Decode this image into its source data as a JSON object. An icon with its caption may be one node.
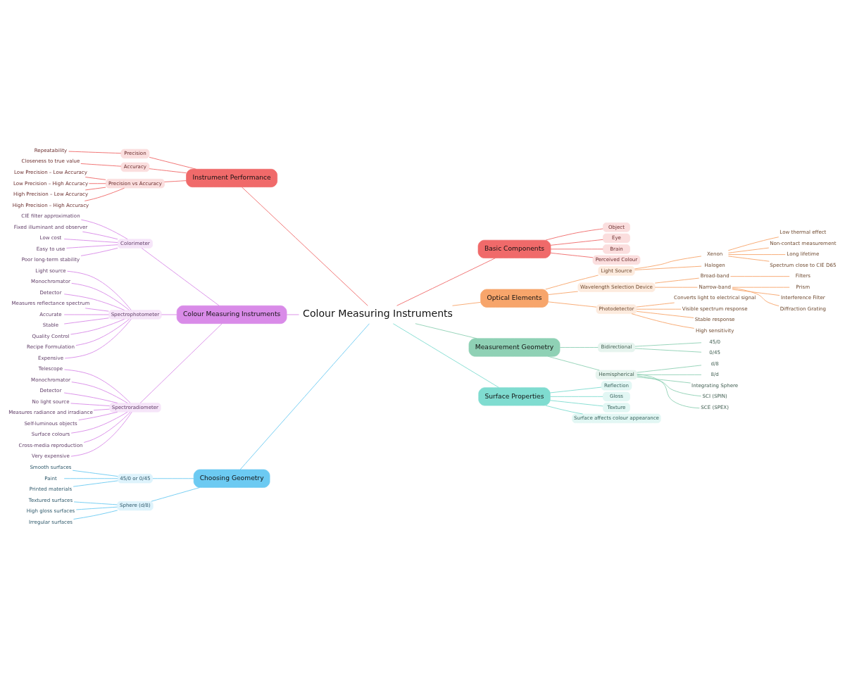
{
  "diagram": {
    "nodes": [
      {
        "text": [
          "Colour Measuring Instruments"
        ]
      },
      {
        "text": [
          "Instrument Performance"
        ]
      },
      {
        "text": [
          "Precision"
        ]
      },
      {
        "text": [
          "Repeatability"
        ]
      },
      {
        "text": [
          "Accuracy"
        ]
      },
      {
        "text": [
          "Closeness to true value"
        ]
      },
      {
        "text": [
          "Precision vs Accuracy"
        ]
      },
      {
        "text": [
          "Low Precision – Low Accuracy"
        ]
      },
      {
        "text": [
          "Low Precision – High Accuracy"
        ]
      },
      {
        "text": [
          "High Precision – Low Accuracy"
        ]
      },
      {
        "text": [
          "High Precision – High Accuracy"
        ]
      },
      {
        "text": [
          "Colour Measuring Instruments"
        ]
      },
      {
        "text": [
          "Colorimeter"
        ]
      },
      {
        "text": [
          "CIE filter approximation"
        ]
      },
      {
        "text": [
          "Fixed illuminant and observer"
        ]
      },
      {
        "text": [
          "Low cost"
        ]
      },
      {
        "text": [
          "Easy to use"
        ]
      },
      {
        "text": [
          "Poor long-term stability"
        ]
      },
      {
        "text": [
          "Spectrophotometer"
        ]
      },
      {
        "text": [
          "Light source"
        ]
      },
      {
        "text": [
          "Monochromator"
        ]
      },
      {
        "text": [
          "Detector"
        ]
      },
      {
        "text": [
          "Measures reflectance spectrum"
        ]
      },
      {
        "text": [
          "Accurate"
        ]
      },
      {
        "text": [
          "Stable"
        ]
      },
      {
        "text": [
          "Quality Control"
        ]
      },
      {
        "text": [
          "Recipe Formulation"
        ]
      },
      {
        "text": [
          "Expensive"
        ]
      },
      {
        "text": [
          "Spectroradiometer"
        ]
      },
      {
        "text": [
          "Telescope"
        ]
      },
      {
        "text": [
          "Monochromator"
        ]
      },
      {
        "text": [
          "Detector"
        ]
      },
      {
        "text": [
          "No light source"
        ]
      },
      {
        "text": [
          "Measures radiance and irradiance"
        ]
      },
      {
        "text": [
          "Self-luminous objects"
        ]
      },
      {
        "text": [
          "Surface colours"
        ]
      },
      {
        "text": [
          "Cross-media reproduction"
        ]
      },
      {
        "text": [
          "Very expensive"
        ]
      },
      {
        "text": [
          "Choosing Geometry"
        ]
      },
      {
        "text": [
          "45/0 or 0/45"
        ]
      },
      {
        "text": [
          "Smooth surfaces"
        ]
      },
      {
        "text": [
          "Paint"
        ]
      },
      {
        "text": [
          "Printed materials"
        ]
      },
      {
        "text": [
          "Sphere (d/8)"
        ]
      },
      {
        "text": [
          "Textured surfaces"
        ]
      },
      {
        "text": [
          "High gloss surfaces"
        ]
      },
      {
        "text": [
          "Irregular surfaces"
        ]
      },
      {
        "text": [
          "Basic Components"
        ]
      },
      {
        "text": [
          "Object"
        ]
      },
      {
        "text": [
          "Eye"
        ]
      },
      {
        "text": [
          "Brain"
        ]
      },
      {
        "text": [
          "Perceived Colour"
        ]
      },
      {
        "text": [
          "Optical Elements"
        ]
      },
      {
        "text": [
          "Light Source"
        ]
      },
      {
        "text": [
          "Xenon"
        ]
      },
      {
        "text": [
          "Low thermal effect"
        ]
      },
      {
        "text": [
          "Non-contact measurement"
        ]
      },
      {
        "text": [
          "Long lifetime"
        ]
      },
      {
        "text": [
          "Spectrum close to CIE D65"
        ]
      },
      {
        "text": [
          "Halogen"
        ]
      },
      {
        "text": [
          "Wavelength Selection Device"
        ]
      },
      {
        "text": [
          "Broad-band"
        ]
      },
      {
        "text": [
          "Filters"
        ]
      },
      {
        "text": [
          "Narrow-band"
        ]
      },
      {
        "text": [
          "Prism"
        ]
      },
      {
        "text": [
          "Interference Filter"
        ]
      },
      {
        "text": [
          "Diffraction Grating"
        ]
      },
      {
        "text": [
          "Photodetector"
        ]
      },
      {
        "text": [
          "Converts light to electrical signal"
        ]
      },
      {
        "text": [
          "Visible spectrum response"
        ]
      },
      {
        "text": [
          "Stable response"
        ]
      },
      {
        "text": [
          "High sensitivity"
        ]
      },
      {
        "text": [
          "Measurement Geometry"
        ]
      },
      {
        "text": [
          "Bidirectional"
        ]
      },
      {
        "text": [
          "45/0"
        ]
      },
      {
        "text": [
          "0/45"
        ]
      },
      {
        "text": [
          "Hemispherical"
        ]
      },
      {
        "text": [
          "d/8"
        ]
      },
      {
        "text": [
          "8/d"
        ]
      },
      {
        "text": [
          "Integrating Sphere"
        ]
      },
      {
        "text": [
          "SCI (SPIN)"
        ]
      },
      {
        "text": [
          "SCE (SPEX)"
        ]
      },
      {
        "text": [
          "Surface Properties"
        ]
      },
      {
        "text": [
          "Reflection"
        ]
      },
      {
        "text": [
          "Gloss"
        ]
      },
      {
        "text": [
          "Texture"
        ]
      },
      {
        "text": [
          "Surface affects colour appearance"
        ]
      }
    ],
    "edges": [
      {
        "from": 0,
        "to": 1,
        "arrow": "none",
        "color": "#f06a6a"
      },
      {
        "from": 1,
        "to": 2,
        "arrow": "none",
        "color": "#f06a6a"
      },
      {
        "from": 2,
        "to": 3,
        "arrow": "none",
        "color": "#f06a6a"
      },
      {
        "from": 1,
        "to": 4,
        "arrow": "none",
        "color": "#f06a6a"
      },
      {
        "from": 4,
        "to": 5,
        "arrow": "none",
        "color": "#f06a6a"
      },
      {
        "from": 1,
        "to": 6,
        "arrow": "none",
        "color": "#f06a6a"
      },
      {
        "from": 6,
        "to": 7,
        "arrow": "none",
        "color": "#f06a6a"
      },
      {
        "from": 6,
        "to": 8,
        "arrow": "none",
        "color": "#f06a6a"
      },
      {
        "from": 6,
        "to": 9,
        "arrow": "none",
        "color": "#f06a6a"
      },
      {
        "from": 6,
        "to": 10,
        "arrow": "none",
        "color": "#f06a6a"
      },
      {
        "from": 0,
        "to": 11,
        "arrow": "none",
        "color": "#d98be8"
      },
      {
        "from": 11,
        "to": 12,
        "arrow": "none",
        "color": "#d98be8"
      },
      {
        "from": 12,
        "to": 13,
        "arrow": "none",
        "color": "#d98be8"
      },
      {
        "from": 12,
        "to": 14,
        "arrow": "none",
        "color": "#d98be8"
      },
      {
        "from": 12,
        "to": 15,
        "arrow": "none",
        "color": "#d98be8"
      },
      {
        "from": 12,
        "to": 16,
        "arrow": "none",
        "color": "#d98be8"
      },
      {
        "from": 12,
        "to": 17,
        "arrow": "none",
        "color": "#d98be8"
      },
      {
        "from": 11,
        "to": 18,
        "arrow": "none",
        "color": "#d98be8"
      },
      {
        "from": 18,
        "to": 19,
        "arrow": "none",
        "color": "#d98be8"
      },
      {
        "from": 18,
        "to": 20,
        "arrow": "none",
        "color": "#d98be8"
      },
      {
        "from": 18,
        "to": 21,
        "arrow": "none",
        "color": "#d98be8"
      },
      {
        "from": 18,
        "to": 22,
        "arrow": "none",
        "color": "#d98be8"
      },
      {
        "from": 18,
        "to": 23,
        "arrow": "none",
        "color": "#d98be8"
      },
      {
        "from": 18,
        "to": 24,
        "arrow": "none",
        "color": "#d98be8"
      },
      {
        "from": 18,
        "to": 25,
        "arrow": "none",
        "color": "#d98be8"
      },
      {
        "from": 18,
        "to": 26,
        "arrow": "none",
        "color": "#d98be8"
      },
      {
        "from": 18,
        "to": 27,
        "arrow": "none",
        "color": "#d98be8"
      },
      {
        "from": 11,
        "to": 28,
        "arrow": "none",
        "color": "#d98be8"
      },
      {
        "from": 28,
        "to": 29,
        "arrow": "none",
        "color": "#d98be8"
      },
      {
        "from": 28,
        "to": 30,
        "arrow": "none",
        "color": "#d98be8"
      },
      {
        "from": 28,
        "to": 31,
        "arrow": "none",
        "color": "#d98be8"
      },
      {
        "from": 28,
        "to": 32,
        "arrow": "none",
        "color": "#d98be8"
      },
      {
        "from": 28,
        "to": 33,
        "arrow": "none",
        "color": "#d98be8"
      },
      {
        "from": 28,
        "to": 34,
        "arrow": "none",
        "color": "#d98be8"
      },
      {
        "from": 28,
        "to": 35,
        "arrow": "none",
        "color": "#d98be8"
      },
      {
        "from": 28,
        "to": 36,
        "arrow": "none",
        "color": "#d98be8"
      },
      {
        "from": 28,
        "to": 37,
        "arrow": "none",
        "color": "#d98be8"
      },
      {
        "from": 0,
        "to": 38,
        "arrow": "none",
        "color": "#6ccaf2"
      },
      {
        "from": 38,
        "to": 39,
        "arrow": "none",
        "color": "#6ccaf2"
      },
      {
        "from": 39,
        "to": 40,
        "arrow": "none",
        "color": "#6ccaf2"
      },
      {
        "from": 39,
        "to": 41,
        "arrow": "none",
        "color": "#6ccaf2"
      },
      {
        "from": 39,
        "to": 42,
        "arrow": "none",
        "color": "#6ccaf2"
      },
      {
        "from": 38,
        "to": 43,
        "arrow": "none",
        "color": "#6ccaf2"
      },
      {
        "from": 43,
        "to": 44,
        "arrow": "none",
        "color": "#6ccaf2"
      },
      {
        "from": 43,
        "to": 45,
        "arrow": "none",
        "color": "#6ccaf2"
      },
      {
        "from": 43,
        "to": 46,
        "arrow": "none",
        "color": "#6ccaf2"
      },
      {
        "from": 0,
        "to": 47,
        "arrow": "none",
        "color": "#f06a6a"
      },
      {
        "from": 47,
        "to": 48,
        "arrow": "none",
        "color": "#f06a6a"
      },
      {
        "from": 47,
        "to": 49,
        "arrow": "none",
        "color": "#f06a6a"
      },
      {
        "from": 47,
        "to": 50,
        "arrow": "none",
        "color": "#f06a6a"
      },
      {
        "from": 47,
        "to": 51,
        "arrow": "none",
        "color": "#f06a6a"
      },
      {
        "from": 0,
        "to": 52,
        "arrow": "none",
        "color": "#f7a56b"
      },
      {
        "from": 52,
        "to": 53,
        "arrow": "none",
        "color": "#f7a56b"
      },
      {
        "from": 53,
        "to": 54,
        "arrow": "none",
        "color": "#f7a56b"
      },
      {
        "from": 54,
        "to": 55,
        "arrow": "none",
        "color": "#f7a56b"
      },
      {
        "from": 54,
        "to": 56,
        "arrow": "none",
        "color": "#f7a56b"
      },
      {
        "from": 54,
        "to": 57,
        "arrow": "none",
        "color": "#f7a56b"
      },
      {
        "from": 54,
        "to": 58,
        "arrow": "none",
        "color": "#f7a56b"
      },
      {
        "from": 53,
        "to": 59,
        "arrow": "none",
        "color": "#f7a56b"
      },
      {
        "from": 52,
        "to": 60,
        "arrow": "none",
        "color": "#f7a56b"
      },
      {
        "from": 60,
        "to": 61,
        "arrow": "none",
        "color": "#f7a56b"
      },
      {
        "from": 61,
        "to": 62,
        "arrow": "none",
        "color": "#f7a56b"
      },
      {
        "from": 60,
        "to": 63,
        "arrow": "none",
        "color": "#f7a56b"
      },
      {
        "from": 63,
        "to": 64,
        "arrow": "none",
        "color": "#f7a56b"
      },
      {
        "from": 63,
        "to": 65,
        "arrow": "none",
        "color": "#f7a56b"
      },
      {
        "from": 63,
        "to": 66,
        "arrow": "none",
        "color": "#f7a56b"
      },
      {
        "from": 52,
        "to": 67,
        "arrow": "none",
        "color": "#f7a56b"
      },
      {
        "from": 67,
        "to": 68,
        "arrow": "none",
        "color": "#f7a56b"
      },
      {
        "from": 67,
        "to": 69,
        "arrow": "none",
        "color": "#f7a56b"
      },
      {
        "from": 67,
        "to": 70,
        "arrow": "none",
        "color": "#f7a56b"
      },
      {
        "from": 67,
        "to": 71,
        "arrow": "none",
        "color": "#f7a56b"
      },
      {
        "from": 0,
        "to": 72,
        "arrow": "none",
        "color": "#8fd1b5"
      },
      {
        "from": 72,
        "to": 73,
        "arrow": "none",
        "color": "#8fd1b5"
      },
      {
        "from": 73,
        "to": 74,
        "arrow": "none",
        "color": "#8fd1b5"
      },
      {
        "from": 73,
        "to": 75,
        "arrow": "none",
        "color": "#8fd1b5"
      },
      {
        "from": 72,
        "to": 76,
        "arrow": "none",
        "color": "#8fd1b5"
      },
      {
        "from": 76,
        "to": 77,
        "arrow": "none",
        "color": "#8fd1b5"
      },
      {
        "from": 76,
        "to": 78,
        "arrow": "none",
        "color": "#8fd1b5"
      },
      {
        "from": 76,
        "to": 79,
        "arrow": "none",
        "color": "#8fd1b5"
      },
      {
        "from": 76,
        "to": 80,
        "arrow": "none",
        "color": "#8fd1b5"
      },
      {
        "from": 76,
        "to": 81,
        "arrow": "none",
        "color": "#8fd1b5"
      },
      {
        "from": 0,
        "to": 82,
        "arrow": "none",
        "color": "#7fdcd0"
      },
      {
        "from": 82,
        "to": 83,
        "arrow": "none",
        "color": "#7fdcd0"
      },
      {
        "from": 82,
        "to": 84,
        "arrow": "none",
        "color": "#7fdcd0"
      },
      {
        "from": 82,
        "to": 85,
        "arrow": "none",
        "color": "#7fdcd0"
      },
      {
        "from": 82,
        "to": 86,
        "arrow": "none",
        "color": "#7fdcd0"
      }
    ]
  }
}
